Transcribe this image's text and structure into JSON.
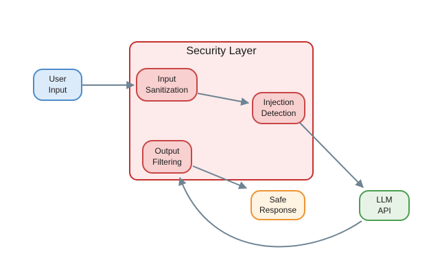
{
  "colors": {
    "connector": "#6e8494",
    "text": "#1a1a1a"
  },
  "container": {
    "title": "Security Layer",
    "fill": "#fdeaea",
    "border": "#c53030"
  },
  "nodes": {
    "user_input": {
      "lines": [
        "User",
        "Input"
      ],
      "fill": "#dcebfa",
      "border": "#4d8bc9"
    },
    "input_sanitization": {
      "lines": [
        "Input",
        "Sanitization"
      ],
      "fill": "#f8d0d0",
      "border": "#c94444"
    },
    "injection_detection": {
      "lines": [
        "Injection",
        "Detection"
      ],
      "fill": "#f8d0d0",
      "border": "#c94444"
    },
    "output_filtering": {
      "lines": [
        "Output",
        "Filtering"
      ],
      "fill": "#f8d0d0",
      "border": "#c94444"
    },
    "safe_response": {
      "lines": [
        "Safe",
        "Response"
      ],
      "fill": "#fff3e1",
      "border": "#ee9431"
    },
    "llm_api": {
      "lines": [
        "LLM",
        "API"
      ],
      "fill": "#e7f3e7",
      "border": "#4d9d51"
    }
  },
  "edges": [
    {
      "from": "User Input",
      "to": "Input Sanitization"
    },
    {
      "from": "Input Sanitization",
      "to": "Injection Detection"
    },
    {
      "from": "Injection Detection",
      "to": "LLM API"
    },
    {
      "from": "Output Filtering",
      "to": "Safe Response"
    },
    {
      "from": "LLM API",
      "to": "Output Filtering"
    }
  ]
}
